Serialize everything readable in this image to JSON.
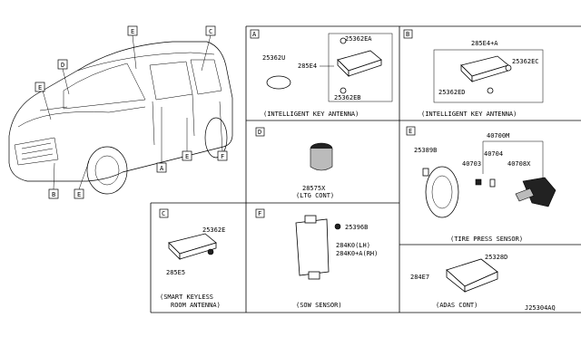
{
  "diagram_id": "J25304AQ",
  "vehicle": {
    "callouts": [
      "A",
      "B",
      "C",
      "D",
      "E",
      "E",
      "E",
      "E",
      "F"
    ]
  },
  "panels": {
    "A": {
      "tag": "A",
      "parts": [
        "25362U",
        "285E4",
        "25362EA",
        "25362EB"
      ],
      "caption": "(INTELLIGENT KEY ANTENNA)"
    },
    "B": {
      "tag": "B",
      "parts": [
        "285E4+A",
        "25362EC",
        "25362ED"
      ],
      "caption": "(INTELLIGENT KEY ANTENNA)"
    },
    "D": {
      "tag": "D",
      "parts": [
        "28575X"
      ],
      "caption": "(LTG CONT)"
    },
    "E": {
      "tag": "E",
      "parts": [
        "25389B",
        "40700M",
        "40704",
        "40703",
        "40708X"
      ],
      "caption": "(TIRE PRESS SENSOR)"
    },
    "C": {
      "tag": "C",
      "parts": [
        "25362E",
        "285E5"
      ],
      "caption_line1": "(SMART KEYLESS",
      "caption_line2": "ROOM ANTENNA)"
    },
    "F": {
      "tag": "F",
      "parts": [
        "25396B",
        "284K0(LH)",
        "284K0+A(RH)"
      ],
      "caption": "(SOW SENSOR)"
    },
    "G": {
      "parts": [
        "25328D",
        "284E7"
      ],
      "caption": "(ADAS CONT)"
    }
  }
}
